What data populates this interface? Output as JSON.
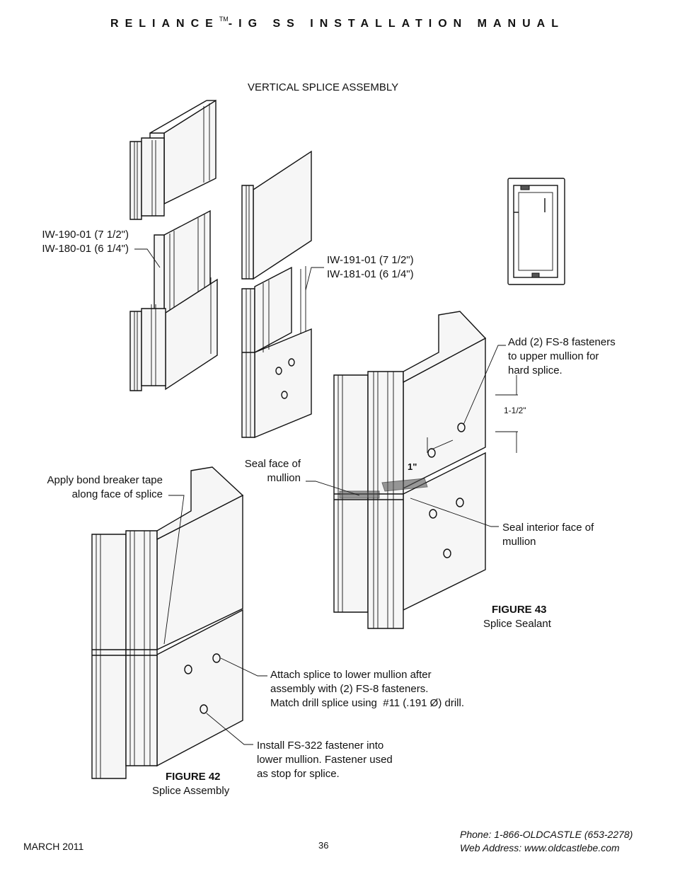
{
  "header": {
    "title_left": "RELIANCE",
    "tm": "TM",
    "title_right": "-IG SS INSTALLATION MANUAL"
  },
  "section_title": "VERTICAL SPLICE ASSEMBLY",
  "labels": {
    "iw190": "IW-190-01 (7 1/2\")",
    "iw180": "IW-180-01 (6 1/4\")",
    "iw191": "IW-191-01 (7 1/2\")",
    "iw181": "IW-181-01 (6 1/4\")",
    "add_fasteners_1": "Add (2) FS-8 fasteners",
    "add_fasteners_2": "to upper mullion for",
    "add_fasteners_3": "hard splice.",
    "dim_1_5": "1-1/2\"",
    "dim_1": "1\"",
    "seal_face_1": "Seal face of",
    "seal_face_2": "mullion",
    "bond_tape_1": "Apply bond breaker tape",
    "bond_tape_2": "along face of splice",
    "seal_interior_1": "Seal interior face of",
    "seal_interior_2": "mullion",
    "attach_1": "Attach splice to lower mullion after",
    "attach_2": "assembly with (2) FS-8 fasteners.",
    "attach_3": "Match drill splice using  #11 (.191 Ø) drill.",
    "install_1": "Install FS-322 fastener into",
    "install_2": "lower mullion. Fastener used",
    "install_3": "as stop for splice."
  },
  "figures": {
    "fig42_title": "FIGURE 42",
    "fig42_caption": "Splice Assembly",
    "fig43_title": "FIGURE 43",
    "fig43_caption": "Splice Sealant"
  },
  "footer": {
    "date": "MARCH 2011",
    "page": "36",
    "phone": "Phone: 1-866-OLDCASTLE (653-2278)",
    "web": "Web Address: www.oldcastlebe.com"
  }
}
